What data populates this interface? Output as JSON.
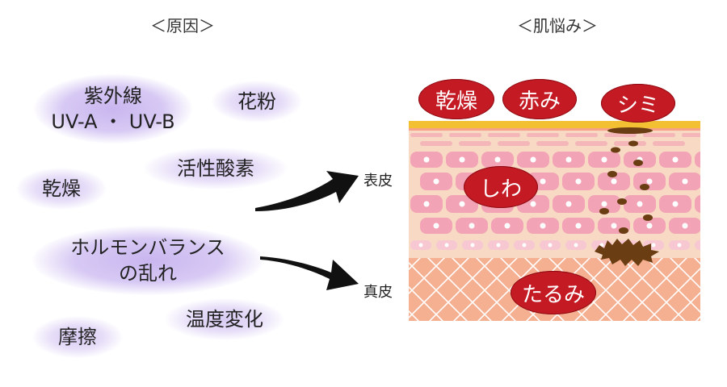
{
  "headings": {
    "causes": "＜原因＞",
    "problems": "＜肌悩み＞"
  },
  "causes": [
    {
      "line1": "紫外線",
      "line2": "UV-A ・ UV-B"
    },
    {
      "line1": "花粉"
    },
    {
      "line1": "活性酸素"
    },
    {
      "line1": "乾燥"
    },
    {
      "line1": "ホルモンバランス",
      "line2": "の乱れ"
    },
    {
      "line1": "温度変化"
    },
    {
      "line1": "摩擦"
    }
  ],
  "layers": {
    "epidermis": "表皮",
    "dermis": "真皮"
  },
  "problems": {
    "dryness": "乾燥",
    "redness": "赤み",
    "spots": "シミ",
    "wrinkles": "しわ",
    "sagging": "たるみ"
  },
  "colors": {
    "cause_glow": "#c9b6ef",
    "badge": "#c41a24",
    "stratum": "#f2c032",
    "epidermis": "#f7d9c4",
    "cell": "#f2a4b6",
    "dermis": "#f4b090",
    "melanin": "#6b3d12"
  }
}
